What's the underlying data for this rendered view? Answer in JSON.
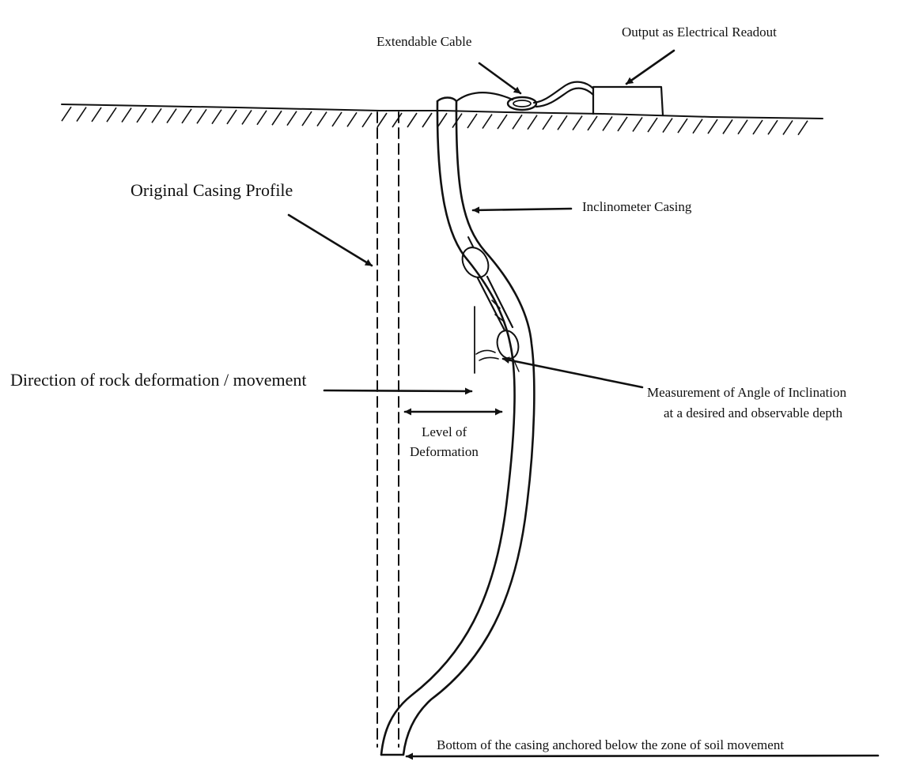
{
  "labels": {
    "extendable_cable": "Extendable Cable",
    "output_readout": "Output as Electrical Readout",
    "original_casing": "Original Casing Profile",
    "inclinometer_casing": "Inclinometer Casing",
    "direction": "Direction of rock deformation / movement",
    "measurement_line1": "Measurement of Angle of Inclination",
    "measurement_line2": "at a desired and observable depth",
    "level_line1": "Level of",
    "level_line2": "Deformation",
    "bottom": "Bottom of the casing anchored below the zone of soil movement"
  }
}
